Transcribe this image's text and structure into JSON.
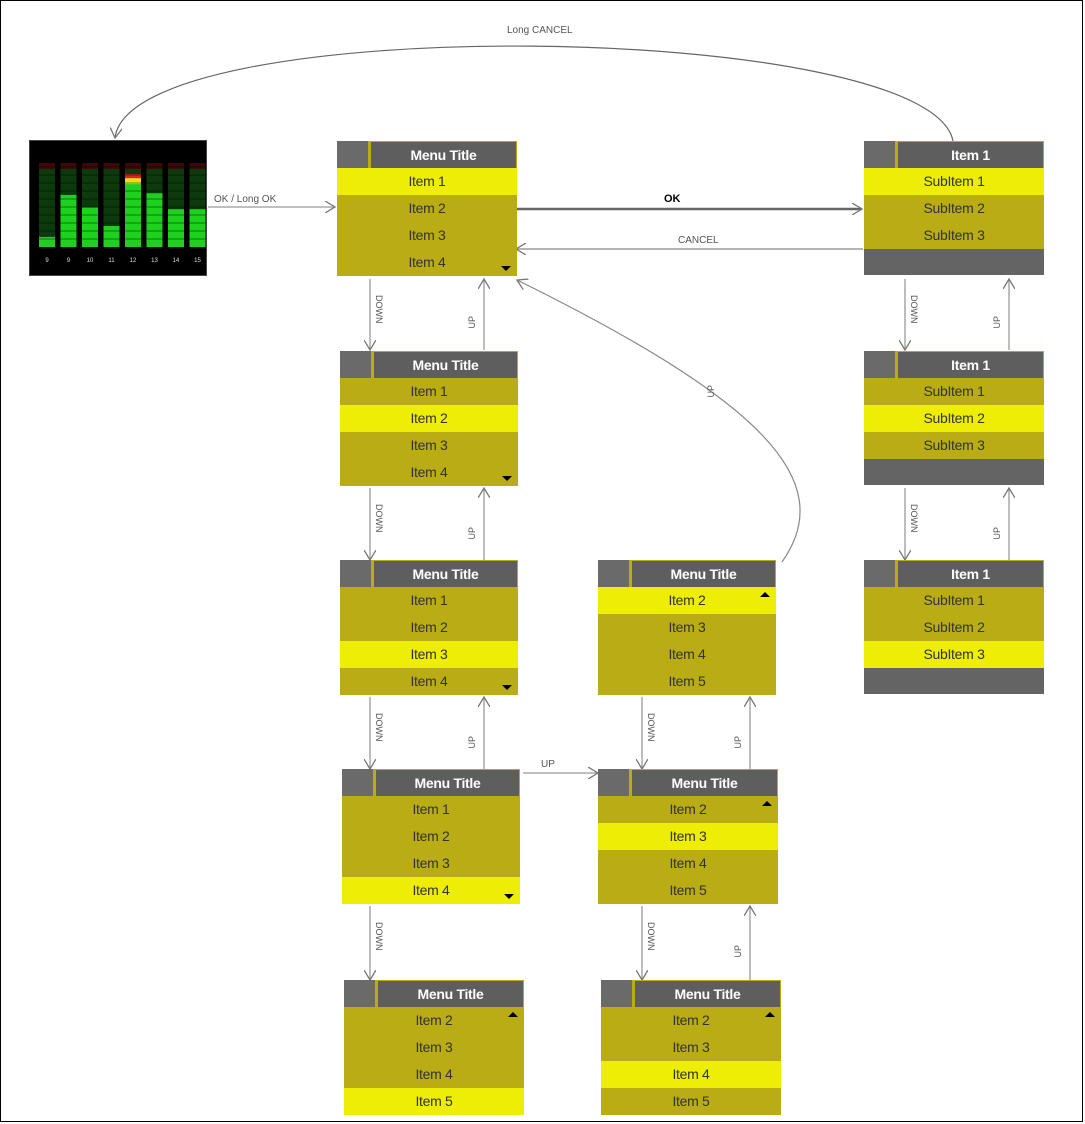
{
  "meter": {
    "levels": [
      0.12,
      0.62,
      0.47,
      0.25,
      0.82,
      0.64,
      0.45,
      0.45
    ],
    "channels": [
      "9",
      "9",
      "10",
      "11",
      "12",
      "13",
      "14",
      "15"
    ]
  },
  "labels": {
    "long_cancel": "Long CANCEL",
    "ok_long_ok": "OK / Long OK",
    "ok": "OK",
    "cancel": "CANCEL",
    "down": "DOWN",
    "up": "UP",
    "loop": "UP"
  },
  "menus": [
    {
      "title": "Menu Title",
      "items": [
        "Item 1",
        "Item 2",
        "Item 3",
        "Item 4"
      ],
      "highlight": 0,
      "arrow": "down"
    },
    {
      "title": "Menu Title",
      "items": [
        "Item 1",
        "Item 2",
        "Item 3",
        "Item 4"
      ],
      "highlight": 1,
      "arrow": "down"
    },
    {
      "title": "Menu Title",
      "items": [
        "Item 1",
        "Item 2",
        "Item 3",
        "Item 4"
      ],
      "highlight": 2,
      "arrow": "down"
    },
    {
      "title": "Menu Title",
      "items": [
        "Item 1",
        "Item 2",
        "Item 3",
        "Item 4"
      ],
      "highlight": 3,
      "arrow": "down"
    },
    {
      "title": "Menu Title",
      "items": [
        "Item 2",
        "Item 3",
        "Item 4",
        "Item 5"
      ],
      "highlight": 3,
      "arrow": "up"
    },
    {
      "title": "Menu Title",
      "items": [
        "Item 2",
        "Item 3",
        "Item 4",
        "Item 5"
      ],
      "highlight": 2,
      "arrow": "up"
    },
    {
      "title": "Menu Title",
      "items": [
        "Item 2",
        "Item 3",
        "Item 4",
        "Item 5"
      ],
      "highlight": 1,
      "arrow": "up"
    },
    {
      "title": "Menu Title",
      "items": [
        "Item 2",
        "Item 3",
        "Item 4",
        "Item 5"
      ],
      "highlight": 0,
      "arrow": "up"
    }
  ],
  "submenus": [
    {
      "title": "Item 1",
      "items": [
        "SubItem 1",
        "SubItem 2",
        "SubItem 3"
      ],
      "highlight": 0
    },
    {
      "title": "Item 1",
      "items": [
        "SubItem 1",
        "SubItem 2",
        "SubItem 3"
      ],
      "highlight": 1
    },
    {
      "title": "Item 1",
      "items": [
        "SubItem 1",
        "SubItem 2",
        "SubItem 3"
      ],
      "highlight": 2
    }
  ],
  "colors": {
    "row": "#b9ac14",
    "highlight": "#eded06",
    "header": "#5e5e5e",
    "footer": "#646464"
  }
}
